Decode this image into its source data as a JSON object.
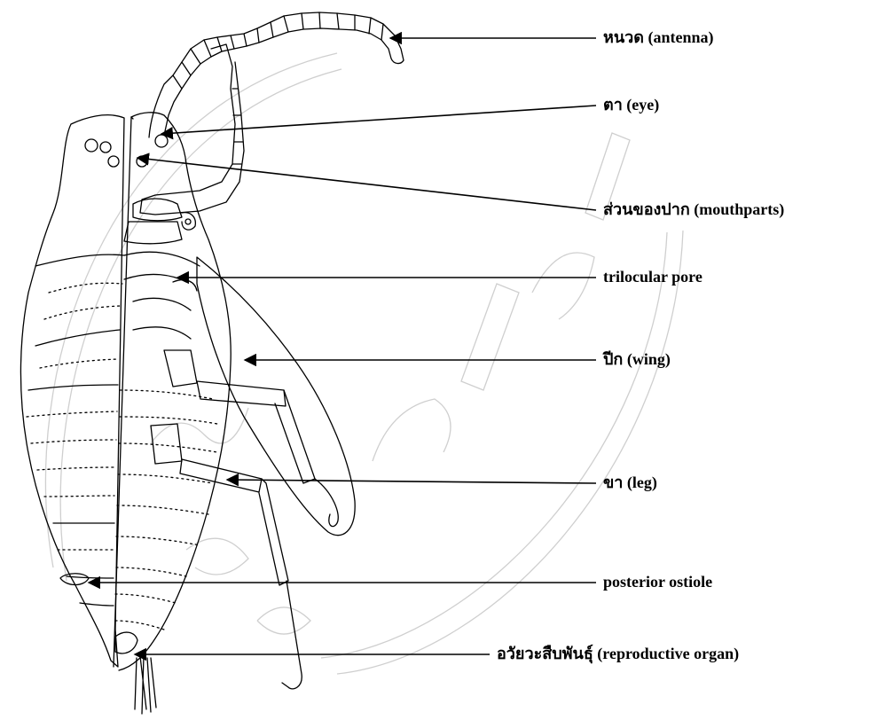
{
  "diagram": {
    "labels": {
      "antenna": "หนวด (antenna)",
      "eye": "ตา (eye)",
      "mouthparts": "ส่วนของปาก (mouthparts)",
      "trilocular_pore": "trilocular pore",
      "wing": "ปีก (wing)",
      "leg": "ขา (leg)",
      "posterior_ostiole": "posterior ostiole",
      "reproductive_organ": "อวัยวะสืบพันธุ์ (reproductive organ)"
    }
  }
}
